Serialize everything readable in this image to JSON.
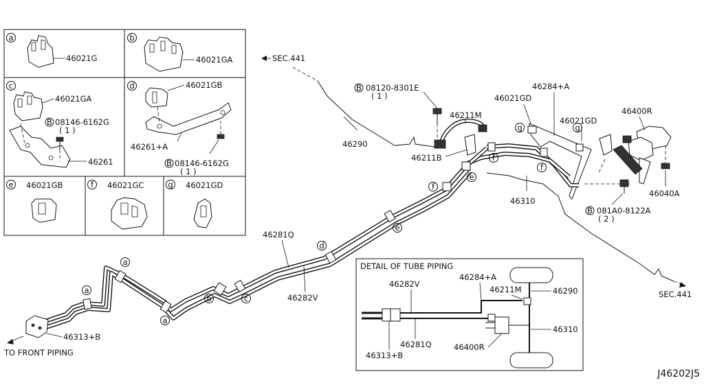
{
  "diagram_code": "J46202J5",
  "panel": {
    "a": {
      "letter": "a",
      "part": "46021G"
    },
    "b": {
      "letter": "b",
      "part": "46021GA"
    },
    "c": {
      "letter": "c",
      "part": "46021GA",
      "bolt": "08146-6162G",
      "qty": "( 1 )",
      "bracket": "46261"
    },
    "d": {
      "letter": "d",
      "part": "46021GB",
      "bracket": "46261+A",
      "bolt": "08146-6162G",
      "qty": "( 1 )"
    },
    "e": {
      "letter": "e",
      "part": "46021GB"
    },
    "f": {
      "letter": "f",
      "part": "46021GC"
    },
    "g": {
      "letter": "g",
      "part": "46021GD"
    }
  },
  "bolt_letter": "B",
  "labels": {
    "sec441_top": "SEC.441",
    "sec441_right": "SEC.441",
    "bolt_top": "08120-8301E",
    "bolt_top_qty": "( 1 )",
    "p46211M": "46211M",
    "p46021GD_1": "46021GD",
    "p46284A": "46284+A",
    "p46021GD_2": "46021GD",
    "p46400R": "46400R",
    "p46290": "46290",
    "p46211B": "46211B",
    "p46040A": "46040A",
    "p46310": "46310",
    "bolt_right": "081A0-8122A",
    "bolt_right_qty": "( 2 )",
    "p46281Q": "46281Q",
    "p46282V": "46282V",
    "p46313B": "46313+B",
    "to_front": "TO FRONT PIPING"
  },
  "callouts": {
    "g": "g",
    "f1": "f",
    "f2": "f",
    "f3": "f",
    "e1": "e",
    "e2": "e",
    "d": "d",
    "c": "c",
    "b": "b",
    "a1": "a",
    "a2": "a",
    "a3": "a"
  },
  "detail": {
    "title": "DETAIL OF TUBE PIPING",
    "l46282V": "46282V",
    "l46284A": "46284+A",
    "l46211M": "46211M",
    "l46290": "46290",
    "l46310": "46310",
    "l46281Q": "46281Q",
    "l46400R": "46400R",
    "l46313B": "46313+B"
  }
}
